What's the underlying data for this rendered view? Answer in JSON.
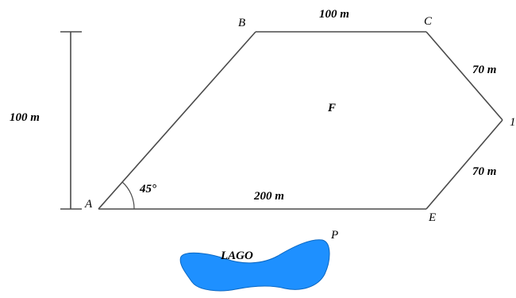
{
  "vertices": {
    "a": "A",
    "b": "B",
    "c": "C",
    "d": "1",
    "e": "E",
    "p": "P"
  },
  "region_label": "F",
  "lake_label": "LAGO",
  "angle_label": "45°",
  "lengths": {
    "bc": "100 m",
    "cd": "70 m",
    "de": "70 m",
    "ae": "200 m",
    "height": "100 m"
  },
  "colors": {
    "lake_fill": "#1e90ff",
    "lines": "#4a4a4a"
  }
}
